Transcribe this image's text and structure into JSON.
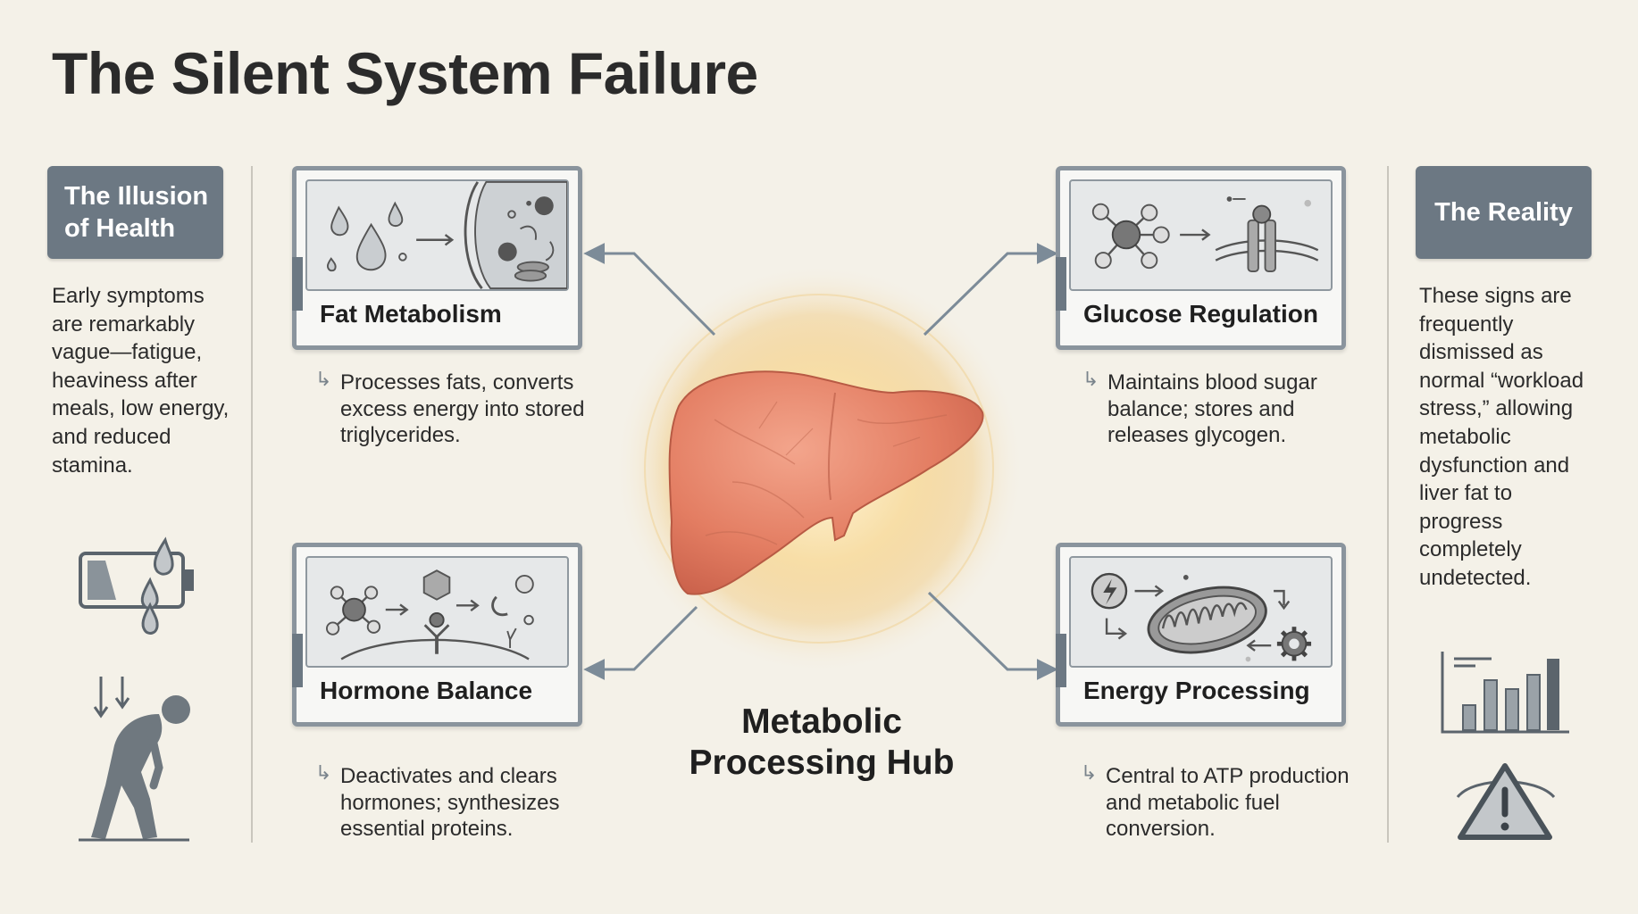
{
  "title": "The Silent System Failure",
  "left_panel": {
    "header": "The Illusion of Health",
    "text": "Early symptoms are remarkably vague—fatigue, heaviness after meals, low energy, and reduced stamina."
  },
  "right_panel": {
    "header": "The Reality",
    "text": "These signs are frequently dismissed as normal “workload stress,” allowing metabolic dysfunction and liver fat to progress completely undetected."
  },
  "cards": [
    {
      "id": "fat",
      "label": "Fat Metabolism",
      "description": "Processes fats, converts excess energy into stored triglycerides."
    },
    {
      "id": "glucose",
      "label": "Glucose Regulation",
      "description": "Maintains blood sugar balance; stores and releases glycogen."
    },
    {
      "id": "hormone",
      "label": "Hormone Balance",
      "description": "Deactivates and clears hormones; synthesizes essential proteins."
    },
    {
      "id": "energy",
      "label": "Energy Processing",
      "description": "Central to ATP production and metabolic fuel conversion."
    }
  ],
  "hub": {
    "label": "Metabolic Processing Hub"
  },
  "colors": {
    "background": "#f4f1e8",
    "header_fill": "#6c7883",
    "card_border": "#8a949d",
    "liver": "#e8826a",
    "glow": "#f2c87a"
  },
  "icons": {
    "left": [
      "battery-drops-icon",
      "fatigued-person-icon"
    ],
    "right": [
      "bar-chart-icon",
      "warning-eye-icon"
    ]
  }
}
